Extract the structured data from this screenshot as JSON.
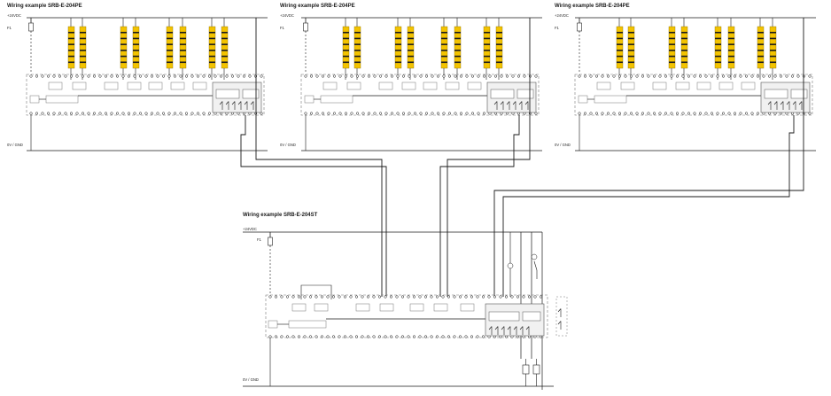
{
  "upper_diagrams": [
    {
      "title": "Wiring example SRB-E-204PE",
      "supply_label": "+24VDC",
      "ground_label": "0V / GND",
      "fuse_label": "F1"
    },
    {
      "title": "Wiring example SRB-E-204PE",
      "supply_label": "+24VDC",
      "ground_label": "0V / GND",
      "fuse_label": "F1"
    },
    {
      "title": "Wiring example SRB-E-204PE",
      "supply_label": "+24VDC",
      "ground_label": "0V / GND",
      "fuse_label": "F1"
    }
  ],
  "lower_diagram": {
    "title": "Wiring example SRB-E-204ST",
    "supply_label": "+24VDC",
    "ground_label": "0V / GND",
    "fuse_label": "F1"
  },
  "colors": {
    "sensor_body": "#f3c300",
    "sensor_band": "#1b1b1b",
    "wire": "#1a1a1a",
    "module_fill": "#f1f1f1",
    "module_stroke": "#666666"
  }
}
